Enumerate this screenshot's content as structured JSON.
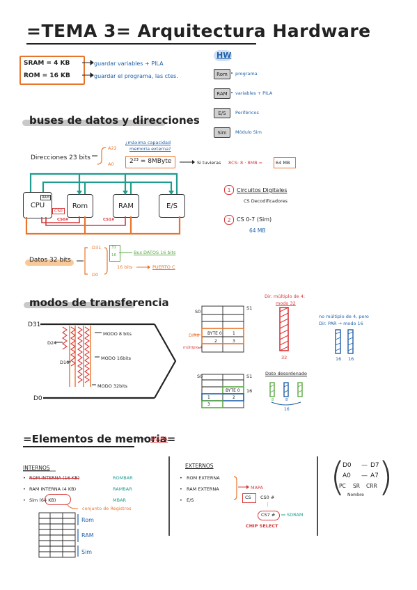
{
  "title": "=TEMA 3= Arquitectura Hardware",
  "memory_sizes": {
    "sram": "SRAM = 4 KB",
    "sram_note": "guardar variables + PILA",
    "rom": "ROM = 16 KB",
    "rom_note": "guardar el programa, las ctes."
  },
  "hw": {
    "heading": "HW",
    "items": [
      {
        "tag": "Rom",
        "desc": "programa"
      },
      {
        "tag": "RAM",
        "desc": "variables + PILA"
      },
      {
        "tag": "E/S",
        "desc": "Periféricos"
      },
      {
        "tag": "Sim",
        "desc": "Módulo Sim"
      }
    ]
  },
  "buses": {
    "heading": "buses de datos y direcciones",
    "dir_label": "Direcciones 23 bits",
    "a22": "A22",
    "a0": "A0",
    "max_q1": "¿máxima capacidad",
    "max_q2": "memoria externa?",
    "formula": "2²³ = 8MByte",
    "si_tuvieras": "Si tuvieras",
    "cs_calc": "8CS: 8 · 8MB =",
    "cs_result": "64 MB",
    "blocks": [
      "CPU",
      "Rom",
      "RAM",
      "E/S"
    ],
    "ram_mini": "RAM",
    "cs0": "CS0",
    "cs_signals": [
      "CS0#",
      "CS1#"
    ],
    "circ_1": "Circuitos Digitales",
    "circ_1_sub": "CS Decodificadores",
    "circ_2": "CS 0-7 (Sim)",
    "circ_2_sub": "64 MB",
    "datos_label": "Datos 32 bits",
    "d31": "D31",
    "d0": "D0",
    "d31b": "31",
    "d16b": "16",
    "bus_16": "Bus DATOS 16 bits",
    "bits16": "16 bits",
    "puerto_c": "PUERTO C"
  },
  "transfer": {
    "heading": "modos de transferencia",
    "d31": "D31",
    "d24": "D24",
    "d16": "D16",
    "d0": "D0",
    "modo8": "MODO 8 bits",
    "modo16": "MODO 16bits",
    "modo32": "MODO 32bits",
    "top_bits": [
      "S0",
      "S1"
    ],
    "diro": "DIR0",
    "multiplo4": "múltiplo 4",
    "cells": [
      "BYTE 0",
      "1",
      "2",
      "3"
    ],
    "dir_mult_1": "Dir. múltiplo de 4:",
    "dir_mult_2": "modo 32",
    "bar32": "32",
    "no_mult_1": "no múltiplo de 4, pero",
    "no_mult_2": "Dir. PAR → modo 16",
    "bar16a": "16",
    "bar16b": "16",
    "dato_desordenado": "Dato desordenado",
    "bottom_bits": [
      "S0",
      "S1"
    ],
    "cells2": [
      "BYTE 0",
      "1",
      "2",
      "3"
    ],
    "row2_right": "16",
    "bars2": [
      "8",
      "8",
      "16"
    ]
  },
  "elements": {
    "heading": "=Elementos de memoria=",
    "arrow_mapa": "MAPA",
    "internos_title": "INTERNOS",
    "internos": [
      {
        "text": "ROM INTERNA (16 KB)",
        "tag": "ROMBAR"
      },
      {
        "text": "RAM INTERNA (4 KB)",
        "tag": "RAMBAR"
      },
      {
        "text": "Sim (64 KB)",
        "tag": "MBAR"
      }
    ],
    "conjunto": "conjunto de Registros",
    "stack_labels": [
      "Rom",
      "RAM",
      "Sim"
    ],
    "externos_title": "EXTERNOS",
    "externos": [
      "ROM EXTERNA",
      "RAM EXTERNA",
      "E/S"
    ],
    "mapa2": "MAPA",
    "cs_box": "CS",
    "cs0": "CS0 #",
    "cs7": "CS7 #",
    "sdram": "SDRAM",
    "chip_select": "CHIP SELECT",
    "regs": [
      {
        "a": "D0",
        "b": "D7"
      },
      {
        "a": "A0",
        "b": "A7"
      }
    ],
    "regs_row3": [
      "PC",
      "SR",
      "CRR"
    ],
    "nombre": "Nombre"
  },
  "colors": {
    "accent_blue": "#1f5fa8",
    "accent_orange": "#e8742b",
    "accent_red": "#d9383a",
    "accent_green": "#5aa845",
    "accent_teal": "#1f9c8e"
  }
}
